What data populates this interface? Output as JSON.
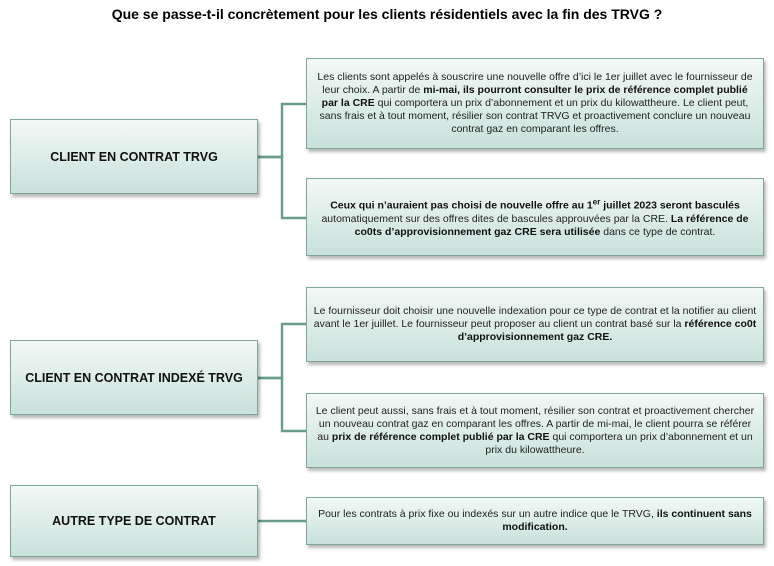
{
  "title": "Que se passe-t-il concrètement pour les clients résidentiels avec la fin des TRVG ?",
  "categories": [
    {
      "label": "CLIENT EN CONTRAT TRVG"
    },
    {
      "label": "CLIENT EN CONTRAT INDEXÉ TRVG"
    },
    {
      "label": "AUTRE TYPE DE CONTRAT"
    }
  ],
  "notes": {
    "trvg_1": {
      "p1": "Les clients sont appelés à souscrire une nouvelle offre d’ici le 1er juillet avec le fournisseur de leur choix. A partir de ",
      "b1": "mi-mai, ils pourront consulter le prix de référence complet publié par la CRE",
      "p2": " qui comportera un prix d’abonnement et un prix du kilowattheure. Le client peut, sans frais et à tout moment, résilier son contrat TRVG et proactivement conclure un nouveau contrat gaz en comparant les offres."
    },
    "trvg_2": {
      "b1": "Ceux qui n’auraient pas choisi de nouvelle offre au 1",
      "sup": "er",
      "b2": " juillet 2023 seront basculés",
      "p1": " automatiquement sur des offres dites de bascules approuvées par la CRE. ",
      "b3": "La référence de co0ts d’approvisionnement gaz CRE sera utilisée",
      "p2": " dans ce type de contrat."
    },
    "indexe_1": {
      "p1": "Le fournisseur doit choisir une nouvelle indexation pour ce type de contrat et la notifier au client avant le 1er juillet. Le fournisseur peut proposer au client  un contrat  basé sur la ",
      "b1": "référence co0t d’approvisionnement gaz CRE."
    },
    "indexe_2": {
      "p1": "Le client peut aussi, sans frais et à tout moment, résilier son contrat et proactivement chercher un nouveau contrat gaz en comparant les offres. A partir de mi-mai, le client pourra se référer au ",
      "b1": "prix de référence complet publié par la CRE",
      "p2": " qui comportera un prix d’abonnement et un prix du kilowattheure."
    },
    "autre_1": {
      "p1": "Pour les contrats à prix fixe ou indexés sur un autre indice que le TRVG, ",
      "b1": "ils continuent sans modification."
    }
  }
}
